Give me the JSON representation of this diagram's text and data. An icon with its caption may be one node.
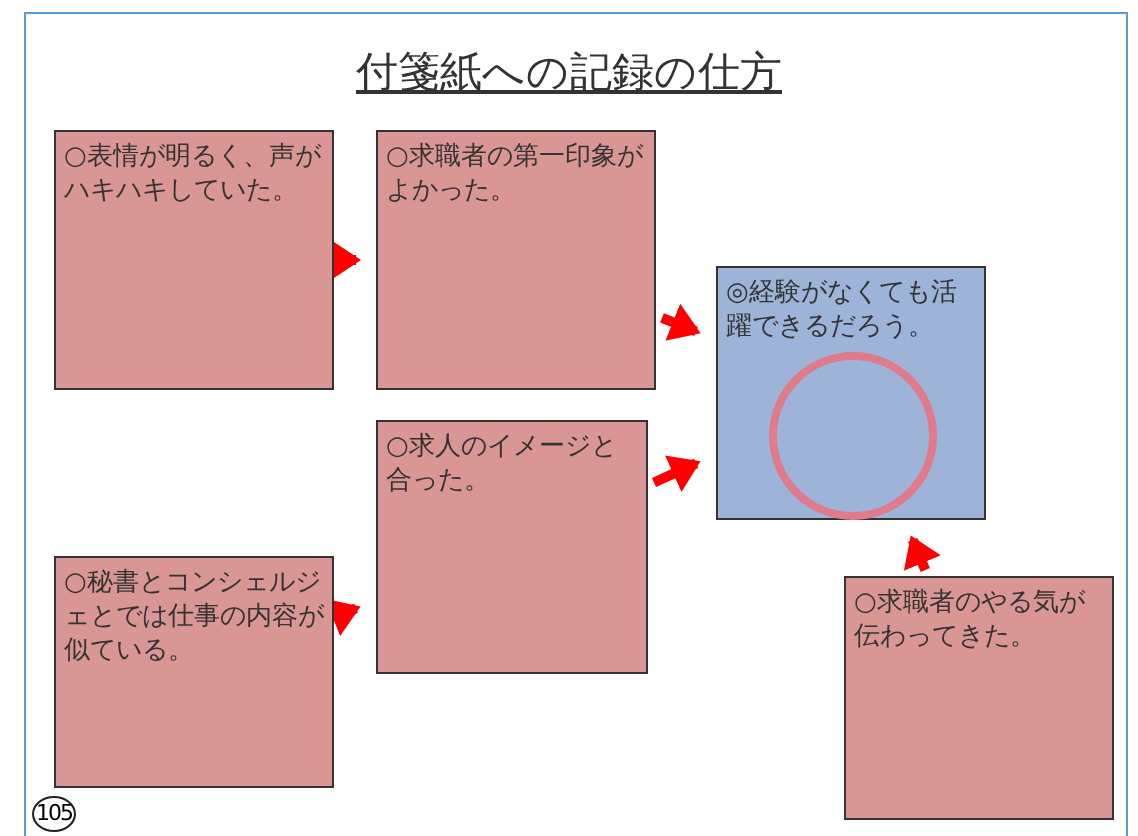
{
  "diagram": {
    "title": "付箋紙への記録の仕方",
    "nodes": [
      {
        "text": [
          "○表情が明るく、声がハキハキしていた。"
        ]
      },
      {
        "text": [
          "○求職者の第一印象がよかった。"
        ]
      },
      {
        "text": [
          "◎経験がなくても活躍できるだろう。"
        ]
      },
      {
        "text": [
          "○求人のイメージと合った。"
        ]
      },
      {
        "text": [
          "○秘書とコンシェルジェとでは仕事の内容が似ている。"
        ]
      },
      {
        "text": [
          "○求職者のやる気が伝わってきた。"
        ]
      }
    ],
    "edges": [
      {
        "from": 0,
        "to": 1,
        "arrow": "to"
      },
      {
        "from": 1,
        "to": 2,
        "arrow": "to"
      },
      {
        "from": 4,
        "to": 3,
        "arrow": "to"
      },
      {
        "from": 3,
        "to": 2,
        "arrow": "to"
      },
      {
        "from": 5,
        "to": 2,
        "arrow": "to"
      }
    ],
    "labels": [
      "105"
    ]
  }
}
